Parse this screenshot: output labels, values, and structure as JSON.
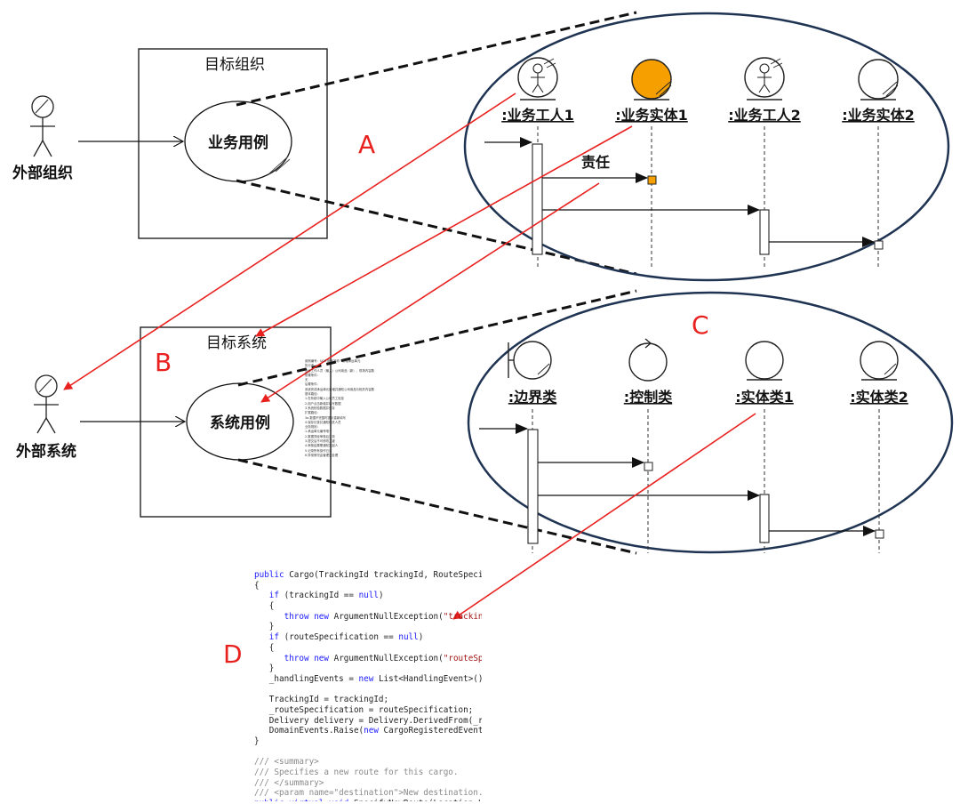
{
  "colors": {
    "red": "#e8211f",
    "navy": "#1f3352",
    "orange": "#f5a000",
    "black": "#111111"
  },
  "panel_top": {
    "box_title": "目标组织",
    "actor": "外部组织",
    "usecase": "业务用例",
    "letter": "A",
    "objects": [
      ":业务工人1",
      ":业务实体1",
      ":业务工人2",
      ":业务实体2"
    ],
    "message": "责任"
  },
  "panel_bottom": {
    "box_title": "目标系统",
    "actor": "外部系统",
    "usecase": "系统用例",
    "letter_b": "B",
    "letter_c": "C",
    "objects": [
      ":边界类",
      ":控制类",
      ":实体类1",
      ":实体类2"
    ]
  },
  "code": {
    "letter": "D",
    "lines": [
      "public Cargo(TrackingId trackingId, RouteSpecificatio",
      "{",
      "   if (trackingId == null)",
      "   {",
      "      throw new ArgumentNullException(\"trackingId\");",
      "   }",
      "   if (routeSpecification == null)",
      "   {",
      "      throw new ArgumentNullException(\"routeSpecificat",
      "   }",
      "   _handlingEvents = new List<HandlingEvent>();",
      "",
      "   TrackingId = trackingId;",
      "   _routeSpecification = routeSpecification;",
      "   Delivery delivery = Delivery.DerivedFrom(_routeSpe",
      "   DomainEvents.Raise(new CargoRegisteredEvent(this,",
      "}",
      "",
      "/// <summary>",
      "/// Specifies a new route for this cargo.",
      "/// </summary>",
      "/// <param name=\"destination\">New destination.</param",
      "public virtual void SpecifyNewRoute(Location.Locatio"
    ]
  },
  "doc_thumbnail": {
    "lines": [
      "用例编号：UC9    用例名称：新增承运单元",
      "执行者：",
      "品仓工作人员（输入）公司用品（新），现场内容数据（新）",
      "前置条件：",
      "无",
      "后置条件：",
      "系统完成承运单元新增并通知公司用品与相关内容数据",
      "基本路径：",
      "1.在系统中输入公司员工信息",
      "2.用户点击新增并填写数据",
      "3.系统校验数据并保存",
      "扩展路径：",
      "3a.数据不完整时提示重新填写",
      "4.保存记录并通知相关人员",
      "业务规则：",
      "1.承运单元编号唯一",
      "2.数据须经审核后生效",
      "3.提交后不可修改主键",
      "4.审核结果需通知发起人",
      "5.记录所有操作日志",
      "6.异常情况由管理员处理"
    ]
  }
}
